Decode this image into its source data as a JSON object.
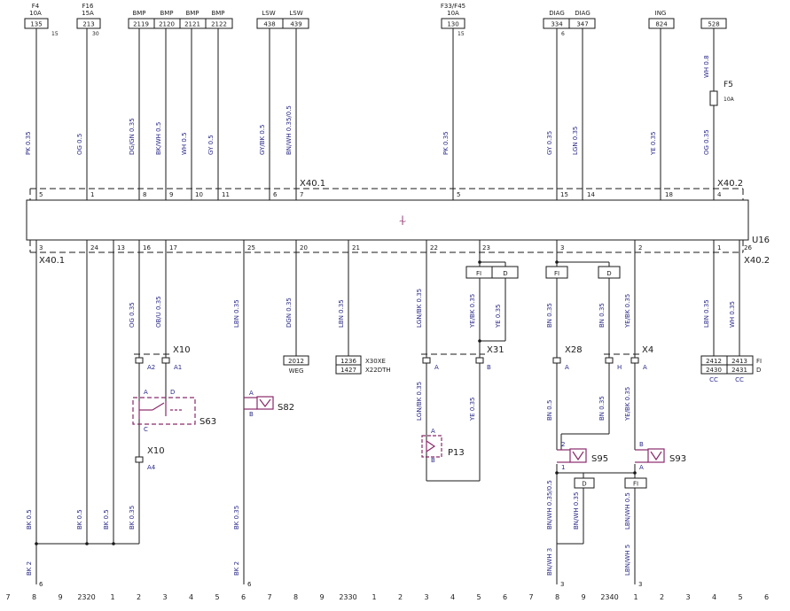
{
  "top": {
    "fuses": [
      {
        "id": "F4",
        "rating": "10A",
        "box": "135",
        "pin": "15"
      },
      {
        "id": "F16",
        "rating": "15A",
        "box": "213",
        "pin": "30"
      },
      {
        "id": "F33/F45",
        "rating": "10A",
        "box": "130",
        "pin": "15"
      }
    ],
    "circuit_labels": [
      "BMP",
      "BMP",
      "BMP",
      "BMP",
      "LSW",
      "LSW",
      "DIAG",
      "DIAG",
      "ING"
    ],
    "boxes": [
      "2119",
      "2120",
      "2121",
      "2122",
      "438",
      "439",
      "334",
      "347",
      "824",
      "528"
    ],
    "box_pins": [
      "6"
    ],
    "wires": [
      "PK 0.35",
      "OG 0.5",
      "DG/GN 0.35",
      "BK/WH 0.5",
      "WH 0.5",
      "GY 0.5",
      "GY/BK 0.5",
      "BN/WH 0.35/0.5",
      "PK 0.35",
      "GY 0.35",
      "LGN 0.35",
      "YE 0.35",
      "OG 0.35",
      "WH 0.8"
    ],
    "f5": {
      "id": "F5",
      "rating": "10A"
    }
  },
  "connector_top": {
    "left_name": "X40.1",
    "right_name": "X40.2",
    "pins": [
      "5",
      "1",
      "8",
      "9",
      "10",
      "11",
      "6",
      "7",
      "5",
      "15",
      "14",
      "18",
      "4"
    ]
  },
  "module": {
    "name": "U16",
    "symbol": "⍭"
  },
  "connector_bottom": {
    "left_name": "X40.1",
    "right_name": "X40.2",
    "pins": [
      "3",
      "24",
      "13",
      "16",
      "17",
      "25",
      "20",
      "21",
      "22",
      "23",
      "3",
      "2",
      "1",
      "26"
    ]
  },
  "lower": {
    "wires": [
      "OG 0.35",
      "OB/U 0.35",
      "LBN 0.35",
      "DGN 0.35",
      "LBN 0.35",
      "LGN/BK 0.35",
      "YE/BK 0.35",
      "YE 0.35",
      "BN 0.35",
      "BN 0.35",
      "YE/BK 0.35",
      "LBN 0.35",
      "WH 0.35",
      "LGN/BK 0.35",
      "YE 0.35",
      "BN 0.5",
      "BN 0.35",
      "YE/BK 0.35",
      "BK 0.5",
      "BK 0.5",
      "BK 0.5",
      "BK 0.35",
      "BK 0.35",
      "BK 2",
      "BK 2",
      "BN/WH 0.35/0.5",
      "BN/WH 0.35",
      "LBN/WH 0.5",
      "BN/WH 3",
      "LBN/WH 5"
    ],
    "connectors": [
      {
        "name": "X10",
        "pins": [
          "A2",
          "A1"
        ]
      },
      {
        "name": "X31",
        "pins": [
          "A",
          "B"
        ]
      },
      {
        "name": "X28",
        "pins": [
          "A"
        ]
      },
      {
        "name": "X4",
        "pins": [
          "H",
          "A"
        ]
      },
      {
        "name": "X10",
        "pins": [
          "A4"
        ]
      }
    ],
    "switches": [
      {
        "name": "S63",
        "pins": [
          "A",
          "D",
          "C"
        ]
      },
      {
        "name": "S82",
        "pins": [
          "A",
          "B"
        ]
      },
      {
        "name": "P13",
        "pins": [
          "A",
          "B"
        ]
      },
      {
        "name": "S95",
        "pins": [
          "2",
          "1"
        ]
      },
      {
        "name": "S93",
        "pins": [
          "B",
          "A"
        ]
      }
    ],
    "tags": [
      "FI",
      "D",
      "FI",
      "D",
      "D",
      "FI"
    ],
    "refs": [
      {
        "top": "2012",
        "label": "WEG"
      },
      {
        "top": "1236",
        "bottom": "1427",
        "label1": "X30XE",
        "label2": "X22DTH"
      }
    ],
    "right_boxes": [
      "2412",
      "2413",
      "2430",
      "2431",
      "FI",
      "D",
      "CC",
      "CC"
    ],
    "ground_pins": [
      "6",
      "6",
      "3",
      "3"
    ]
  },
  "footer": {
    "grid": [
      "7",
      "8",
      "9",
      "2320",
      "1",
      "2",
      "3",
      "4",
      "5",
      "6",
      "7",
      "8",
      "9",
      "2330",
      "1",
      "2",
      "3",
      "4",
      "5",
      "6",
      "7",
      "8",
      "9",
      "2340",
      "1",
      "2",
      "3",
      "4",
      "5",
      "6"
    ]
  }
}
